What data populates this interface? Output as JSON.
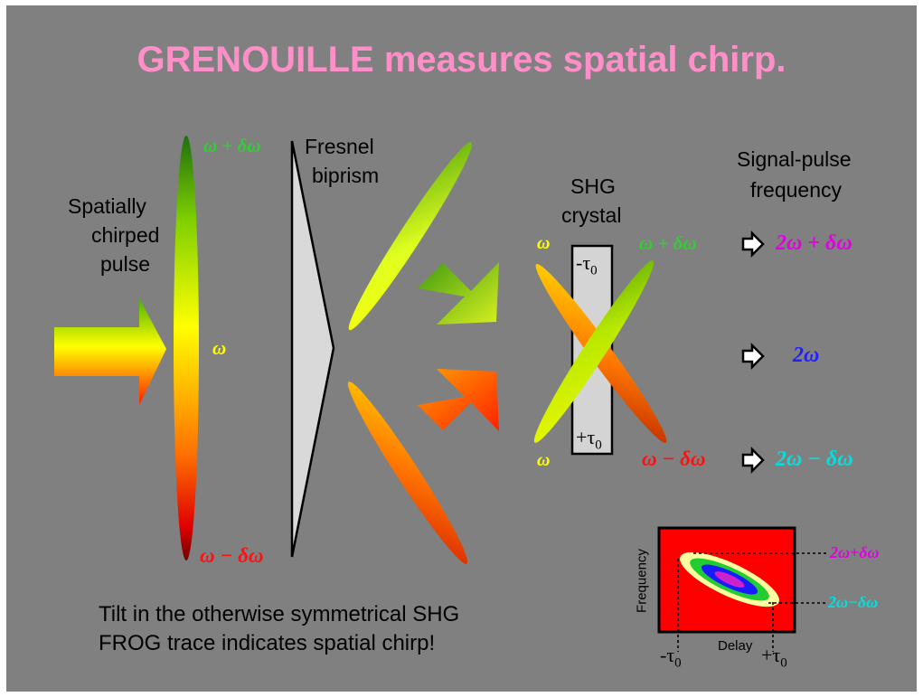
{
  "title": "GRENOUILLE measures spatial chirp.",
  "input_label": [
    "Spatially",
    "chirped",
    "pulse"
  ],
  "lens_labels": {
    "top": "ω + δω",
    "mid": "ω",
    "bottom": "ω − δω"
  },
  "prism_label": [
    "Fresnel",
    "biprism"
  ],
  "crystal_label": [
    "SHG",
    "crystal"
  ],
  "crystal_delays": {
    "top": "-τ",
    "top_sub": "0",
    "bottom": "+τ",
    "bottom_sub": "0"
  },
  "crystal_side_labels": {
    "left_top": "ω",
    "left_bottom": "ω",
    "right_top": "ω + δω",
    "right_bottom": "ω − δω"
  },
  "signal_header": [
    "Signal-pulse",
    "frequency"
  ],
  "signal_freqs": [
    {
      "text": "2ω + δω",
      "color": "#e000e0"
    },
    {
      "text": "2ω",
      "color": "#2020ff"
    },
    {
      "text": "2ω − δω",
      "color": "#00e0e0"
    }
  ],
  "trace": {
    "ylabel": "Frequency",
    "xlabel": "Delay",
    "xtick_left": "-τ",
    "xtick_left_sub": "0",
    "xtick_right": "+τ",
    "xtick_right_sub": "0",
    "right_top": "2ω+δω",
    "right_bottom": "2ω−δω"
  },
  "caption": [
    "Tilt in the otherwise symmetrical SHG",
    "FROG trace indicates spatial chirp!"
  ],
  "colors": {
    "background": "#808080",
    "title": "#ff8fc8",
    "trace_bg": "#ff0000"
  }
}
